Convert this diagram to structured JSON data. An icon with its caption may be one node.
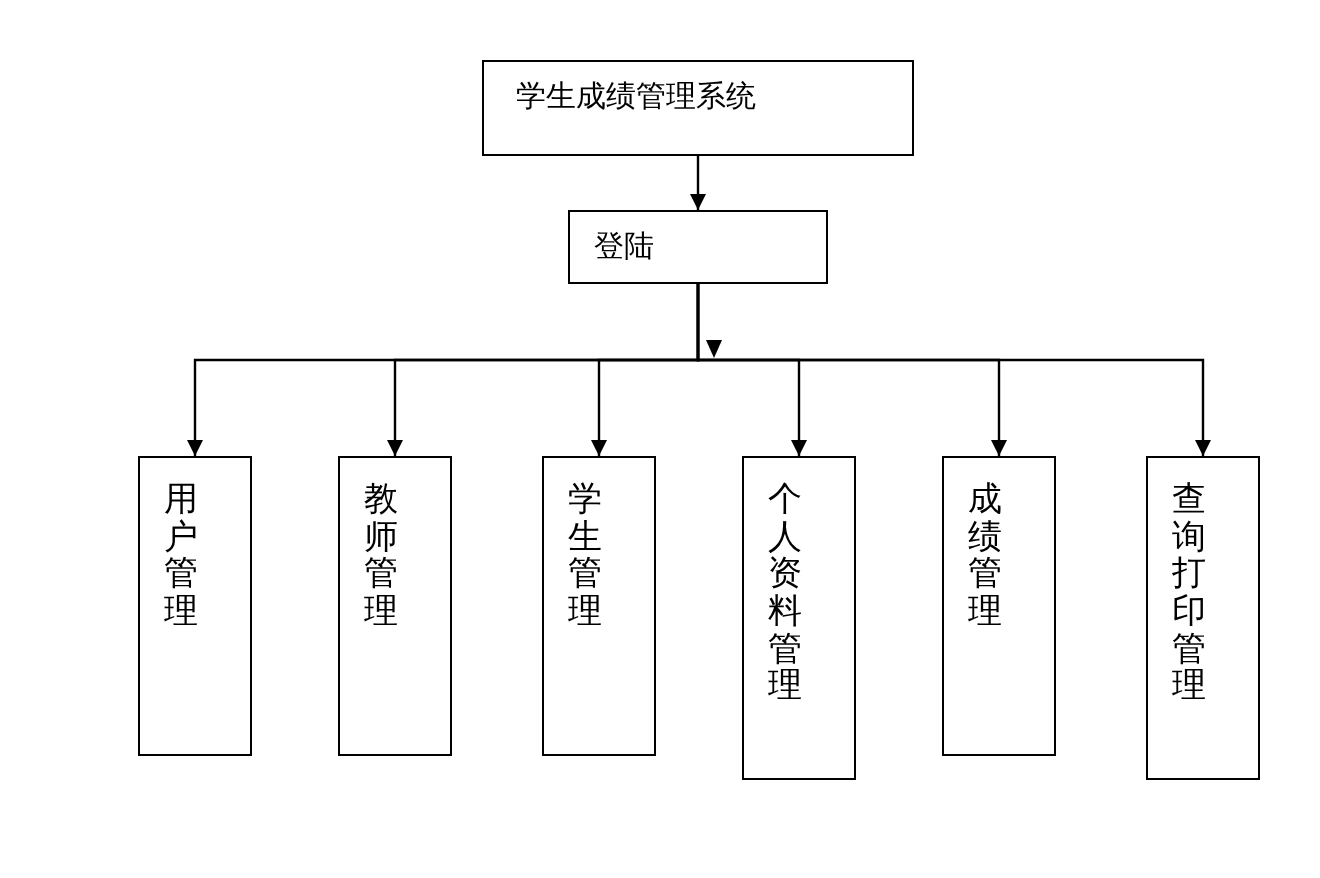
{
  "diagram": {
    "nodes": [
      {
        "text": [
          "学生成绩管理系统"
        ]
      },
      {
        "text": [
          "登陆"
        ]
      },
      {
        "text": [
          "用户管理"
        ]
      },
      {
        "text": [
          "教师管理"
        ]
      },
      {
        "text": [
          "学生管理"
        ]
      },
      {
        "text": [
          "个人资料管理"
        ]
      },
      {
        "text": [
          "成绩管理"
        ]
      },
      {
        "text": [
          "查询打印管理"
        ]
      }
    ],
    "edges": [
      {
        "from": 0,
        "to": 1,
        "arrow": "to"
      },
      {
        "from": 1,
        "to": 2,
        "arrow": "to"
      },
      {
        "from": 1,
        "to": 3,
        "arrow": "to"
      },
      {
        "from": 1,
        "to": 4,
        "arrow": "to"
      },
      {
        "from": 1,
        "to": 5,
        "arrow": "to"
      },
      {
        "from": 1,
        "to": 6,
        "arrow": "to"
      },
      {
        "from": 1,
        "to": 7,
        "arrow": "to"
      }
    ]
  }
}
